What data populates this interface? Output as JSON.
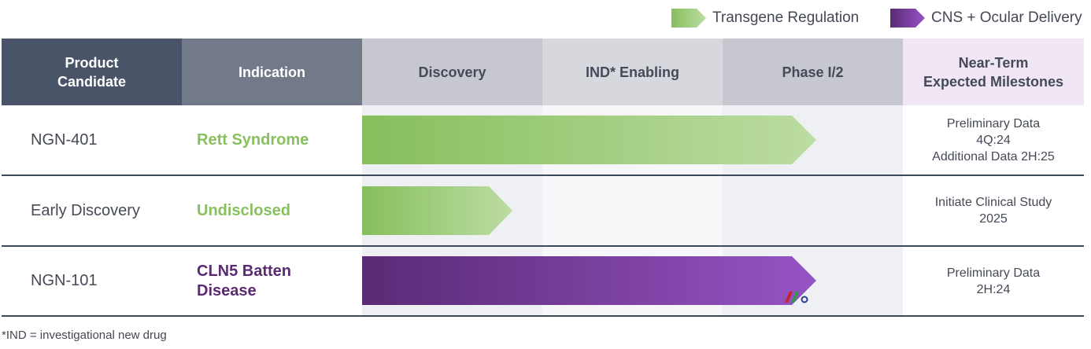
{
  "legend": {
    "transgene_label": "Transgene Regulation",
    "cns_label": "CNS + Ocular Delivery"
  },
  "colors": {
    "transgene_start": "#86bf5c",
    "transgene_end": "#bcdca3",
    "cns_start": "#5a2a75",
    "cns_end": "#9654c4",
    "indication_green": "#88c060",
    "indication_purple": "#5b2a73",
    "header_dark": "#4a5468",
    "header_mid": "#727a8a",
    "milestone_header": "#f1e6f4"
  },
  "header": {
    "product_line1": "Product",
    "product_line2": "Candidate",
    "indication": "Indication",
    "discovery": "Discovery",
    "ind_enabling": "IND* Enabling",
    "phase": "Phase I/2",
    "milestones_line1": "Near-Term",
    "milestones_line2": "Expected Milestones"
  },
  "rows": [
    {
      "candidate": "NGN-401",
      "indication_line1": "Rett Syndrome",
      "indication_line2": "",
      "program": "transgene",
      "progress_stage": "Phase I/2",
      "milestones": [
        "Preliminary Data",
        "4Q:24",
        "Additional Data 2H:25"
      ]
    },
    {
      "candidate": "Early Discovery",
      "indication_line1": "Undisclosed",
      "indication_line2": "",
      "program": "transgene",
      "progress_stage": "Discovery",
      "milestones": [
        "Initiate Clinical Study",
        "2025"
      ]
    },
    {
      "candidate": "NGN-101",
      "indication_line1": "CLN5 Batten",
      "indication_line2": "Disease",
      "program": "cns",
      "progress_stage": "Phase I/2",
      "milestones": [
        "Preliminary Data",
        "2H:24"
      ]
    }
  ],
  "footnote": "*IND = investigational new drug"
}
